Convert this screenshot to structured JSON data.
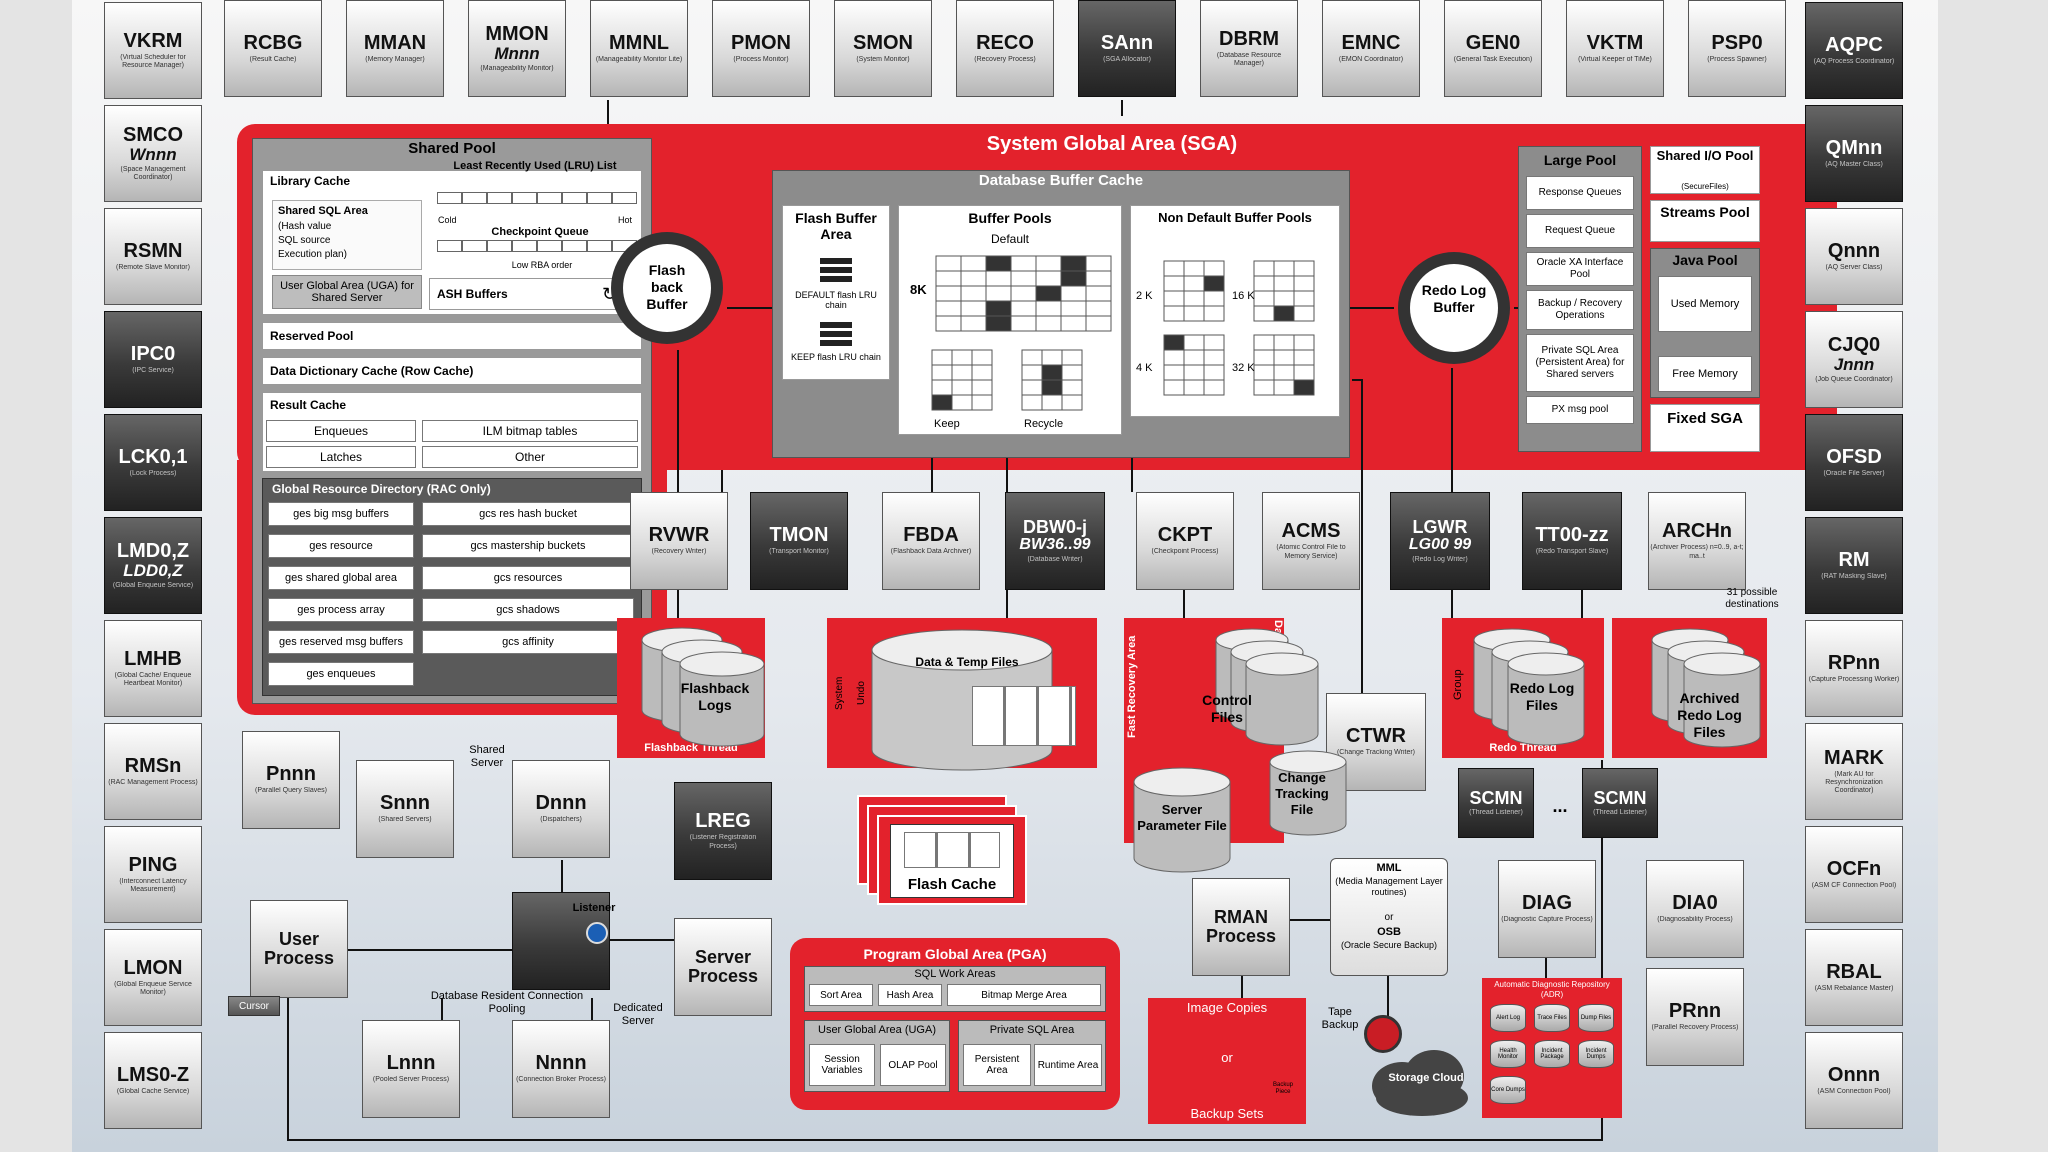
{
  "diagram_title": "System Global Area (SGA)",
  "left_column": [
    {
      "id": "vkrm",
      "name": "VKRM",
      "sub": "(Virtual Scheduler for Resource Manager)",
      "style": "light"
    },
    {
      "id": "smco",
      "name": "SMCO",
      "name2": "Wnnn",
      "sub": "(Space Management Coordinator)",
      "style": "light"
    },
    {
      "id": "rsmn",
      "name": "RSMN",
      "sub": "(Remote Slave Monitor)",
      "style": "light"
    },
    {
      "id": "ipc0",
      "name": "IPC0",
      "sub": "(IPC Service)",
      "style": "dark"
    },
    {
      "id": "lck",
      "name": "LCK0,1",
      "sub": "(Lock Process)",
      "style": "dark"
    },
    {
      "id": "lmd",
      "name": "LMD0,Z",
      "name2": "LDD0,Z",
      "sub": "(Global Enqueue Service)",
      "style": "dark"
    },
    {
      "id": "lmhb",
      "name": "LMHB",
      "sub": "(Global Cache/ Enqueue Heartbeat Monitor)",
      "style": "light"
    },
    {
      "id": "rmsn",
      "name": "RMSn",
      "sub": "(RAC Management Process)",
      "style": "light"
    },
    {
      "id": "ping",
      "name": "PING",
      "sub": "(Interconnect Latency Measurement)",
      "style": "light"
    },
    {
      "id": "lmon",
      "name": "LMON",
      "sub": "(Global Enqueue Service Monitor)",
      "style": "light"
    },
    {
      "id": "lms",
      "name": "LMS0-Z",
      "sub": "(Global Cache Service)",
      "style": "light"
    }
  ],
  "right_column": [
    {
      "id": "aqpc",
      "name": "AQPC",
      "sub": "(AQ Process Coordinator)",
      "style": "dark"
    },
    {
      "id": "qmnn",
      "name": "QMnn",
      "sub": "(AQ Master Class)",
      "style": "dark"
    },
    {
      "id": "qnnn",
      "name": "Qnnn",
      "sub": "(AQ Server Class)",
      "style": "light"
    },
    {
      "id": "cjq0",
      "name": "CJQ0",
      "name2": "Jnnn",
      "sub": "(Job Queue Coordinator)",
      "style": "light"
    },
    {
      "id": "ofsd",
      "name": "OFSD",
      "sub": "(Oracle File Server)",
      "style": "dark"
    },
    {
      "id": "rm",
      "name": "RM",
      "sub": "(RAT Masking Slave)",
      "style": "dark"
    },
    {
      "id": "rpnn",
      "name": "RPnn",
      "sub": "(Capture Processing Worker)",
      "style": "light"
    },
    {
      "id": "mark",
      "name": "MARK",
      "sub": "(Mark AU for Resynchronization Coordinator)",
      "style": "light"
    },
    {
      "id": "ocfn",
      "name": "OCFn",
      "sub": "(ASM CF Connection Pool)",
      "style": "light"
    },
    {
      "id": "rbal",
      "name": "RBAL",
      "sub": "(ASM Rebalance Master)",
      "style": "light"
    },
    {
      "id": "onnn",
      "name": "Onnn",
      "sub": "(ASM Connection Pool)",
      "style": "light"
    }
  ],
  "top_row": [
    {
      "id": "rcbg",
      "name": "RCBG",
      "sub": "(Result Cache)",
      "style": "light"
    },
    {
      "id": "mman",
      "name": "MMAN",
      "sub": "(Memory Manager)",
      "style": "light"
    },
    {
      "id": "mmon",
      "name": "MMON",
      "name2": "Mnnn",
      "sub": "(Manageability Monitor)",
      "style": "light"
    },
    {
      "id": "mmnl",
      "name": "MMNL",
      "sub": "(Manageability Monitor Lite)",
      "style": "light"
    },
    {
      "id": "pmon",
      "name": "PMON",
      "sub": "(Process Monitor)",
      "style": "light"
    },
    {
      "id": "smon",
      "name": "SMON",
      "sub": "(System Monitor)",
      "style": "light"
    },
    {
      "id": "reco",
      "name": "RECO",
      "sub": "(Recovery Process)",
      "style": "light"
    },
    {
      "id": "sann",
      "name": "SAnn",
      "sub": "(SGA Allocator)",
      "style": "dark"
    },
    {
      "id": "dbrm",
      "name": "DBRM",
      "sub": "(Database Resource Manager)",
      "style": "light"
    },
    {
      "id": "emnc",
      "name": "EMNC",
      "sub": "(EMON Coordinator)",
      "style": "light"
    },
    {
      "id": "gen0",
      "name": "GEN0",
      "sub": "(General Task Execution)",
      "style": "light"
    },
    {
      "id": "vktm",
      "name": "VKTM",
      "sub": "(Virtual Keeper of TiMe)",
      "style": "light"
    },
    {
      "id": "psp0",
      "name": "PSP0",
      "sub": "(Process Spawner)",
      "style": "light"
    }
  ],
  "shared_pool": {
    "title": "Shared Pool",
    "library_cache": "Library Cache",
    "shared_sql_area": "Shared SQL Area",
    "shared_sql_items": [
      "(Hash value",
      "SQL source",
      "Execution plan)"
    ],
    "lru_title": "Least Recently Used (LRU) List",
    "cold": "Cold",
    "hot": "Hot",
    "checkpoint_queue": "Checkpoint Queue",
    "low_rba": "Low RBA order",
    "uga_shared": "User Global Area (UGA) for Shared Server",
    "ash_buffers": "ASH Buffers",
    "reserved_pool": "Reserved Pool",
    "dictionary_cache": "Data Dictionary Cache (Row Cache)",
    "result_cache": "Result Cache",
    "enqueues": "Enqueues",
    "ilm": "ILM bitmap tables",
    "latches": "Latches",
    "other": "Other",
    "grd_title": "Global Resource Directory (RAC Only)",
    "grd_left": [
      "ges big msg buffers",
      "ges resource",
      "ges shared global area",
      "ges process array",
      "ges reserved msg buffers",
      "ges enqueues"
    ],
    "grd_right": [
      "gcs res hash bucket",
      "gcs mastership buckets",
      "gcs resources",
      "gcs shadows",
      "gcs affinity"
    ]
  },
  "flashback_buffer": "Flash back Buffer",
  "redo_log_buffer": "Redo Log Buffer",
  "buffer_cache": {
    "title": "Database Buffer Cache",
    "flash_area": "Flash Buffer Area",
    "default_flash": "DEFAULT flash LRU chain",
    "keep_flash": "KEEP flash LRU chain",
    "buffer_pools": "Buffer Pools",
    "default": "Default",
    "eight_k": "8K",
    "keep": "Keep",
    "recycle": "Recycle",
    "non_default": "Non Default Buffer Pools",
    "sizes": [
      "2 K",
      "16 K",
      "4 K",
      "32 K"
    ]
  },
  "sga_right": {
    "large_pool": "Large Pool",
    "large_items": [
      "Response Queues",
      "Request Queue",
      "Oracle XA Interface Pool",
      "Backup / Recovery Operations",
      "Private SQL Area (Persistent Area) for Shared servers",
      "PX msg pool"
    ],
    "shared_io": "Shared I/O Pool",
    "shared_io_sub": "(SecureFiles)",
    "streams_pool": "Streams Pool",
    "java_pool": "Java Pool",
    "used_memory": "Used Memory",
    "free_memory": "Free Memory",
    "fixed_sga": "Fixed SGA"
  },
  "mid_row": [
    {
      "id": "rvwr",
      "name": "RVWR",
      "sub": "(Recovery Writer)",
      "style": "light"
    },
    {
      "id": "tmon",
      "name": "TMON",
      "sub": "(Transport Monitor)",
      "style": "dark"
    },
    {
      "id": "fbda",
      "name": "FBDA",
      "sub": "(Flashback Data Archiver)",
      "style": "light"
    },
    {
      "id": "ckpt",
      "name": "CKPT",
      "sub": "(Checkpoint Process)",
      "style": "light"
    },
    {
      "id": "acms",
      "name": "ACMS",
      "sub": "(Atomic Control File to Memory Service)",
      "style": "light"
    },
    {
      "id": "archn",
      "name": "ARCHn",
      "sub": "(Archiver Process) n=0..9, a-t; ma..t",
      "style": "light"
    }
  ],
  "dbw": {
    "name": "DBW0-j",
    "sub": "(Database Writer)",
    "name2": "BW36..99"
  },
  "lgwr": {
    "name": "LGWR",
    "sub": "(Redo Log Writer)",
    "name2": "LG00 99"
  },
  "tt": {
    "name": "TT00-zz",
    "sub": "(Redo Transport Slave)"
  },
  "archive_note": "31 possible destinations",
  "storage": {
    "flashback_logs": "Flashback Logs",
    "flashback_thread": "Flashback Thread",
    "data_temp": "Data & Temp Files",
    "system": "System",
    "undo": "Undo",
    "fra": "Fast Recovery Area",
    "database_area": "Database Area",
    "control_files": "Control Files",
    "change_tracking": "Change Tracking File",
    "group": "Group",
    "redo_log_files": "Redo Log Files",
    "redo_thread": "Redo Thread",
    "archived_redo": "Archived Redo Log Files",
    "spfile": "Server Parameter File",
    "flash_cache": "Flash Cache"
  },
  "ctwr": {
    "name": "CTWR",
    "sub": "(Change Tracking Writer)"
  },
  "scmn": {
    "name": "SCMN",
    "sub": "(Thread Listener)",
    "dots": "..."
  },
  "lower": {
    "pnnn": {
      "name": "Pnnn",
      "sub": "(Parallel Query Slaves)"
    },
    "snnn": {
      "name": "Snnn",
      "sub": "(Shared Servers)"
    },
    "shared_server": "Shared Server",
    "dnnn": {
      "name": "Dnnn",
      "sub": "(Dispatchers)"
    },
    "lreg": {
      "name": "LREG",
      "sub": "(Listener Registration Process)"
    },
    "user_process": "User Process",
    "cursor": "Cursor",
    "listener": "Listener",
    "server_process": "Server Process",
    "drcp": "Database Resident Connection Pooling",
    "dedicated": "Dedicated Server",
    "lnnn": {
      "name": "Lnnn",
      "sub": "(Pooled Server Process)"
    },
    "nnnn": {
      "name": "Nnnn",
      "sub": "(Connection Broker Process)"
    }
  },
  "pga": {
    "title": "Program Global Area (PGA)",
    "sql_work": "SQL Work Areas",
    "sort": "Sort Area",
    "hash": "Hash Area",
    "bitmap": "Bitmap Merge Area",
    "uga": "User Global Area (UGA)",
    "session": "Session Variables",
    "olap": "OLAP Pool",
    "private_sql": "Private SQL Area",
    "persistent": "Persistent Area",
    "runtime": "Runtime Area"
  },
  "rman": {
    "name": "RMAN Process"
  },
  "mml": {
    "line1": "MML",
    "line2": "(Media Management Layer routines)",
    "line3": "or",
    "line4": "OSB",
    "line5": "(Oracle Secure Backup)"
  },
  "backup": {
    "image_copies": "Image Copies",
    "or": "or",
    "backup_sets": "Backup Sets",
    "tape": "Tape Backup",
    "cloud": "Storage Cloud",
    "backup_piece": "Backup Piece"
  },
  "diag": {
    "name": "DIAG",
    "sub": "(Diagnostic Capture Process)"
  },
  "dia0": {
    "name": "DIA0",
    "sub": "(Diagnosability Process)"
  },
  "prnn": {
    "name": "PRnn",
    "sub": "(Parallel Recovery Process)"
  },
  "adr": {
    "title": "Automatic Diagnostic Repository (ADR)",
    "items": [
      "Alert Log",
      "Trace Files",
      "Dump Files",
      "Health Monitor",
      "Incident Package",
      "Incident Dumps",
      "Core Dumps"
    ]
  },
  "colors": {
    "sga_red": "#e3222c",
    "dark_box": "#333333",
    "panel_grey": "#9e9e9e"
  }
}
